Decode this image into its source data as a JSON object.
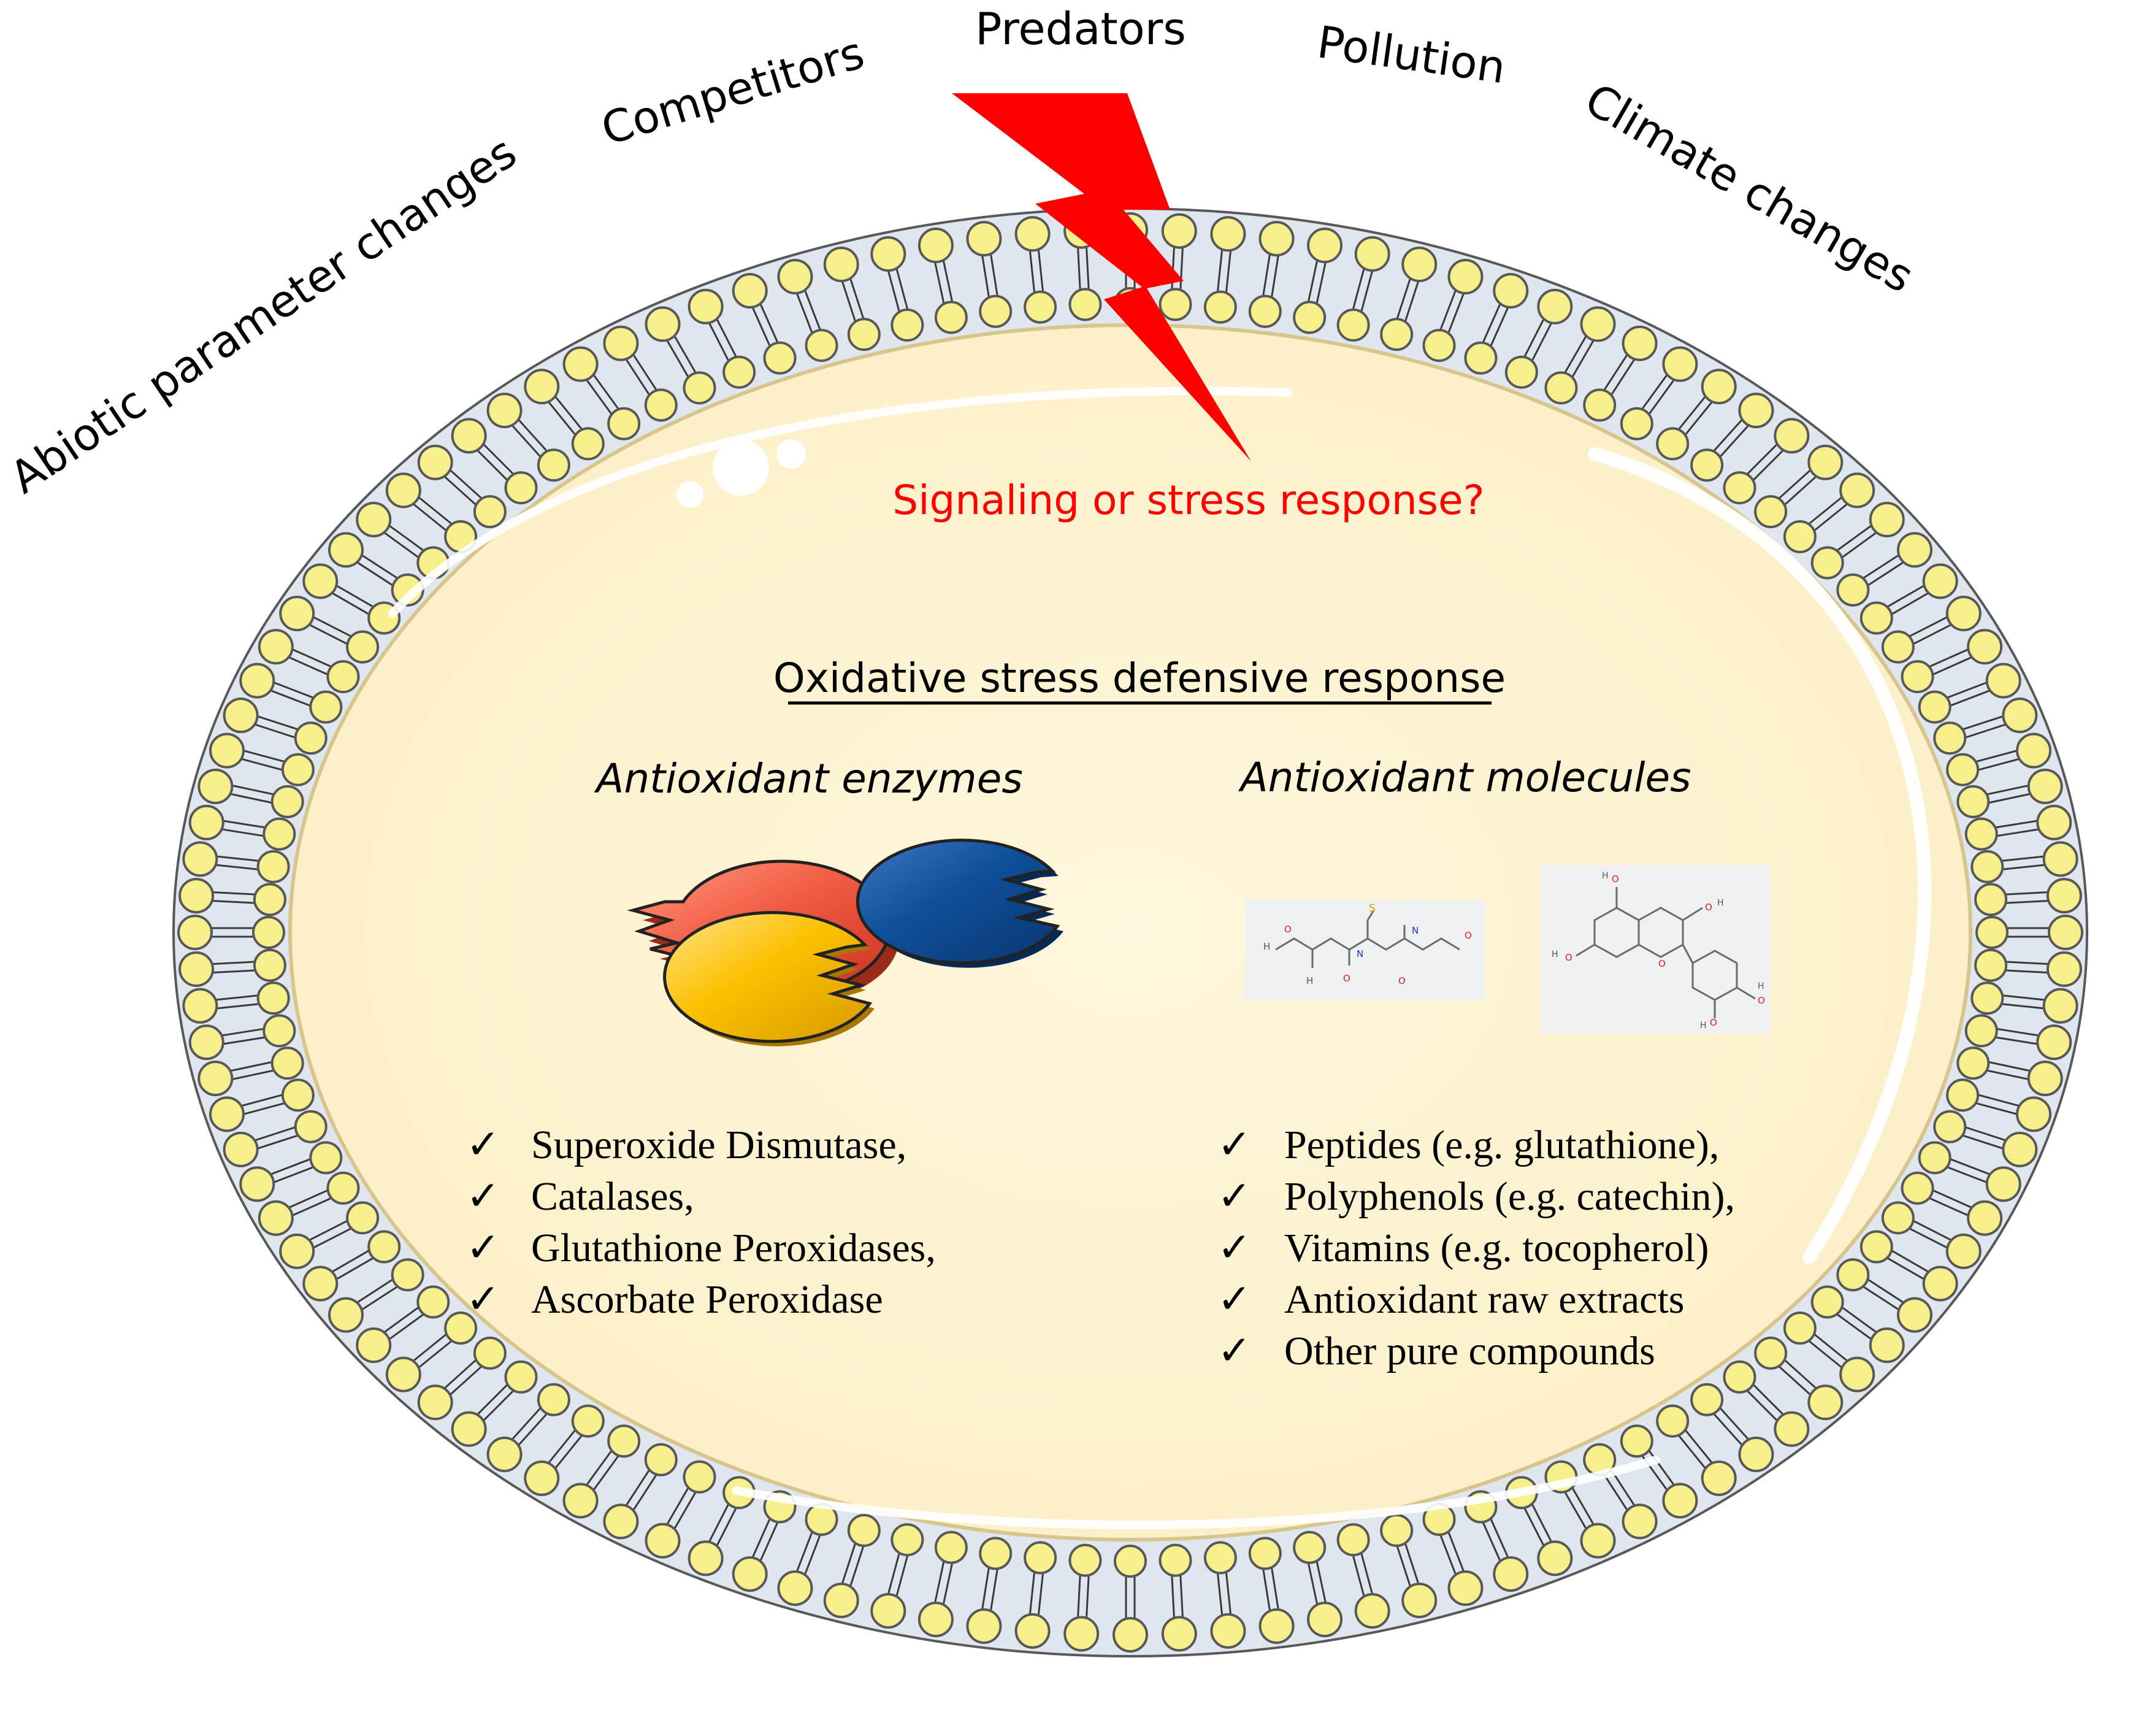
{
  "stressors": [
    "Abiotic parameter changes",
    "Competitors",
    "Predators",
    "Pollution",
    "Climate changes"
  ],
  "signal_question": "Signaling or stress response?",
  "defense": {
    "title": "Oxidative stress defensive response",
    "enzymes": {
      "heading": "Antioxidant enzymes",
      "items": [
        "Superoxide Dismutase,",
        "Catalases,",
        "Glutathione Peroxidases,",
        "Ascorbate Peroxidase"
      ]
    },
    "molecules": {
      "heading": "Antioxidant molecules",
      "items": [
        "Peptides (e.g. glutathione),",
        "Polyphenols (e.g. catechin),",
        "Vitamins (e.g. tocopherol)",
        "Antioxidant raw extracts",
        "Other pure compounds"
      ]
    }
  },
  "check_mark": "✓",
  "structure_atoms": {
    "glutathione": [
      "S",
      "O",
      "N",
      "N",
      "O",
      "H",
      "H",
      "O",
      "O"
    ],
    "catechin": [
      "O",
      "H",
      "O",
      "H",
      "O",
      "H",
      "O",
      "H",
      "O",
      "H",
      "O"
    ]
  },
  "colors": {
    "lightning": "#ff0000",
    "question": "#ff0000",
    "cytoplasm": "#fdf3d3",
    "lipid_head": "#f7ef8b",
    "lipid_head_stroke": "#585858",
    "membrane_core": "#dfe6ee",
    "enzyme_red": "#f25c44",
    "enzyme_yellow": "#fcc000",
    "enzyme_blue": "#0f4f9a"
  },
  "icons": [
    "lightning-bolt-icon",
    "enzyme-red-icon",
    "enzyme-yellow-icon",
    "enzyme-blue-icon",
    "check-icon"
  ]
}
